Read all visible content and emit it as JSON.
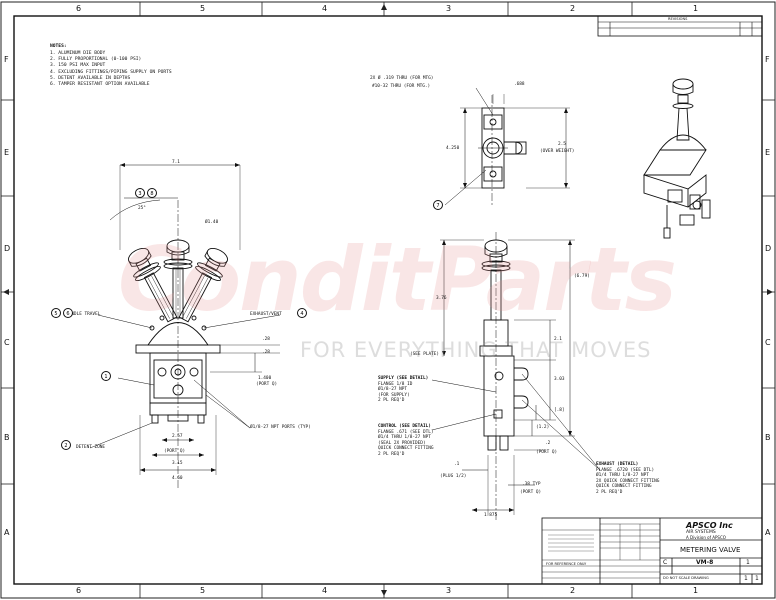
{
  "zones": {
    "columns": [
      "6",
      "5",
      "4",
      "3",
      "2",
      "1"
    ],
    "rows": [
      "F",
      "E",
      "D",
      "C",
      "B",
      "A"
    ]
  },
  "notes": {
    "header": "NOTES:",
    "items": [
      "1.  ALUMINUM DIE BODY",
      "2.  FULLY PROPORTIONAL (0-100 PSI)",
      "3.  150 PSI MAX INPUT",
      "4.  EXCLUDING FITTINGS/PIPING SUPPLY ON PORTS",
      "5.  DETENT AVAILABLE IN DEPTHS",
      "6.  TAMPER RESISTANT OPTION AVAILABLE"
    ]
  },
  "watermark": {
    "brand": "ConditParts",
    "tagline": "FOR EVERYTHING THAT MOVES"
  },
  "dimensions": {
    "width_top": "7.1",
    "angle": "25°",
    "knob_dia": "Ø1.40",
    "offset_a": ".28",
    "offset_b": ".28",
    "port_height": "1.400",
    "port_height_sub": "(PORT Q)",
    "inner_width": "2.57",
    "inner_width_sub": "(PORT Q)",
    "mid_width": "3.15",
    "base_width": "4.60",
    "top_holes": "2X Ø .319 THRU (FOR MTG)",
    "top_holes_b": "#10-32 THRU (FOR MTG.)",
    "top_offset": ".688",
    "top_height": "4.250",
    "top_depth": "2.5",
    "top_depth_sub": "(OVER WEIGHT)",
    "side_total": "(6.79)",
    "side_upper": "3.76",
    "side_plate": "(SEE PLATE)",
    "side_mid": "2.1",
    "side_lower": "3.03",
    "side_bracket": "[.8]",
    "side_port": ".2",
    "side_port_sub": "(PORT Q)",
    "side_small": "(1.2)",
    "side_small2": ".1",
    "side_small2_sub": "(PLUG 1/2)",
    "side_thru": ".38 TYP",
    "side_thru_sub": "(PORT Q)",
    "side_base": "1.875"
  },
  "callouts": {
    "c1": "1",
    "c2": "2",
    "c3": "3",
    "c4": "4",
    "c5": "5",
    "c6": "6",
    "c7": "7",
    "c8": "8",
    "handle_left": "HANDLE TRAVEL",
    "handle_right": "EXHAUST/VENT",
    "port_npt": "Ø1/8-27 NPT PORTS (TYP)",
    "detent": "DETENT ZONE",
    "supply_title": "SUPPLY (SEE DETAIL)",
    "supply_lines": [
      "FLANGE 1/8 ID",
      "Ø1/8-27 NPT",
      "(FOR SUPPLY)",
      "2 PL REQ'D"
    ],
    "control_title": "CONTROL (SEE DETAIL)",
    "control_lines": [
      "FLANGE .671 (SEE DTL)",
      "Ø1/4 THRU 1/8-27 NPT",
      "(SEAL 2X PROVIDED)",
      "QUICK CONNECT FITTING",
      "2 PL REQ'D"
    ],
    "exhaust_title": "EXHAUST (DETAIL)",
    "exhaust_lines": [
      "FLANGE .6720 (SEE DTL)",
      "Ø1/4 THRU 1/8-27 NPT",
      "2X QUICK CONNECT FITTING",
      "QUICK CONNECT FITTING",
      "2 PL REQ'D"
    ]
  },
  "title_block": {
    "company": "APSCO Inc",
    "company_sub": "AIR SYSTEMS",
    "company_sub2": "A Division of APSCO",
    "part_title": "METERING VALVE",
    "size": "C",
    "drawing_no": "VM-8",
    "sheet": "1",
    "sheets": "1",
    "rev": "1",
    "scale": "DO NOT SCALE DRAWING",
    "approvals": "FOR REFERENCE ONLY",
    "rev_header": "REVISIONS"
  }
}
